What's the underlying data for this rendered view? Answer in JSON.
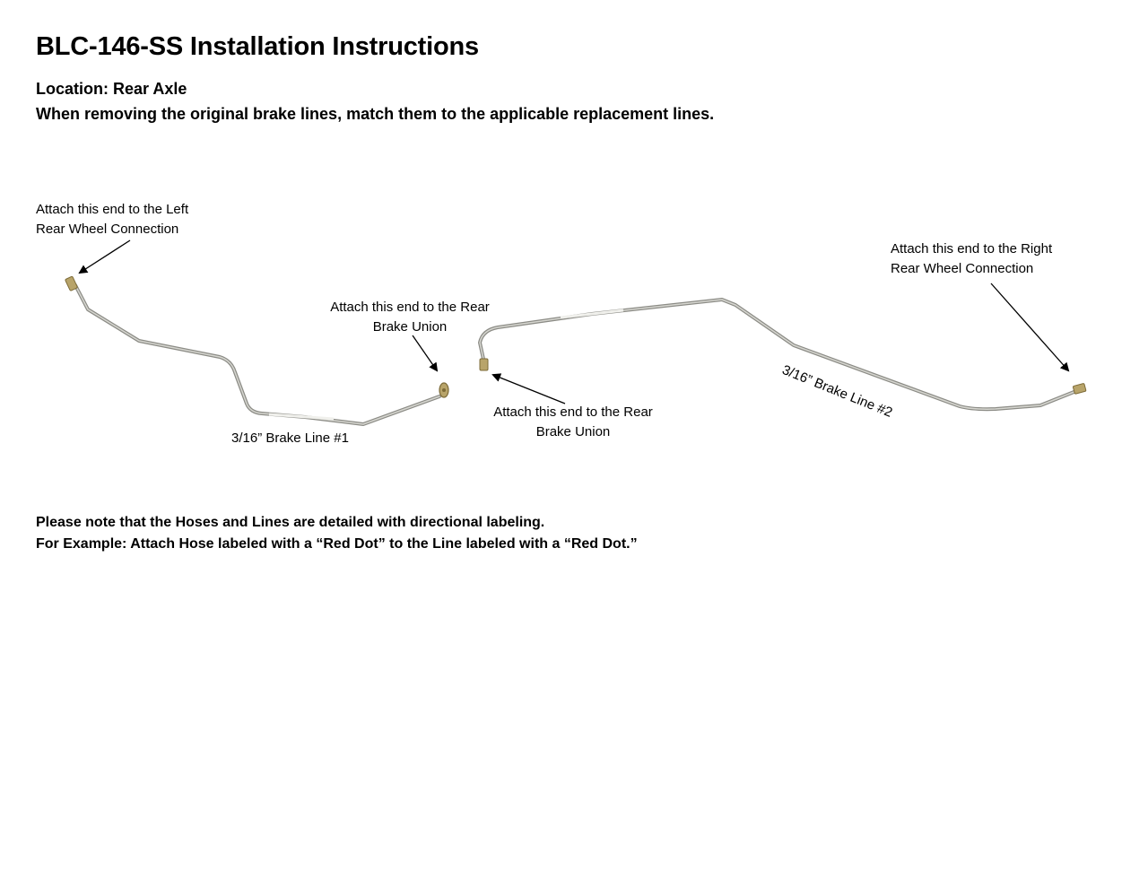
{
  "document": {
    "title": "BLC-146-SS Installation Instructions",
    "location": "Location: Rear Axle",
    "instruction": "When removing the original brake lines, match them to the applicable replacement lines."
  },
  "callouts": {
    "left_wheel": {
      "line1": "Attach this end to the Left",
      "line2": "Rear Wheel Connection"
    },
    "union_upper": {
      "line1": "Attach this end to the Rear",
      "line2": "Brake Union"
    },
    "union_lower": {
      "line1": "Attach this end to the Rear",
      "line2": "Brake Union"
    },
    "right_wheel": {
      "line1": "Attach this end to the Right",
      "line2": "Rear Wheel Connection"
    }
  },
  "lines": {
    "line1_label": "3/16” Brake Line #1",
    "line2_label": "3/16” Brake Line #2"
  },
  "notes": {
    "note1": "Please note that the Hoses and Lines are detailed with directional labeling.",
    "note2": "For Example: Attach Hose labeled with a “Red Dot” to the Line labeled with a “Red Dot.”"
  },
  "colors": {
    "tube": "#9a9a94",
    "tube_highlight": "#d8d8d2",
    "fitting": "#b8a46a",
    "fitting_dark": "#7d6b38",
    "arrow": "#000000"
  }
}
